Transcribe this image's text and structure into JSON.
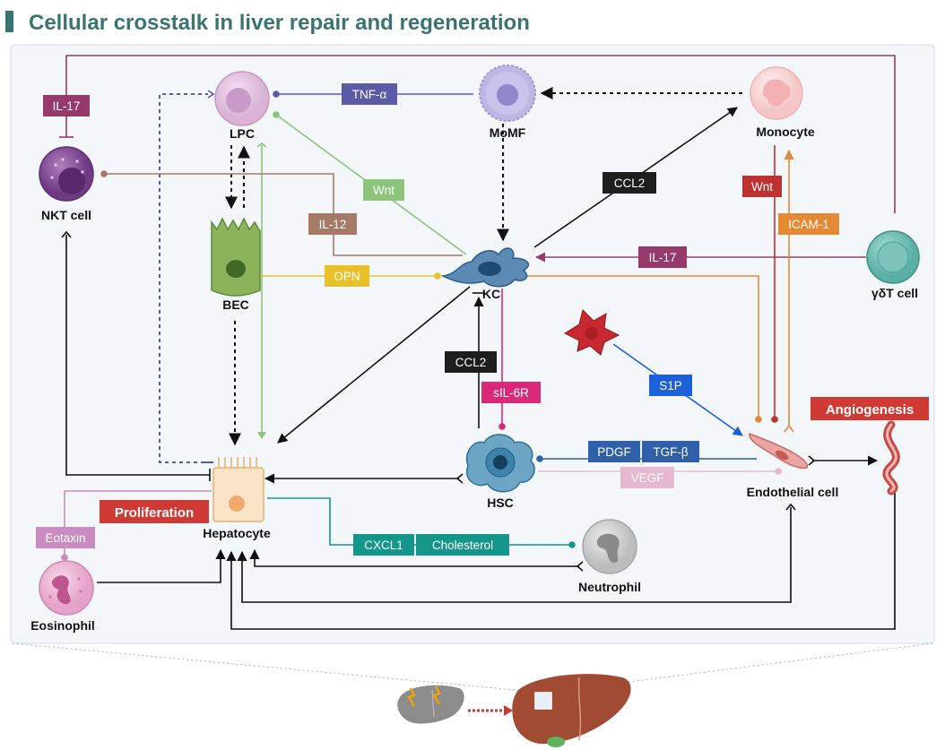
{
  "title": "Cellular crosstalk in liver repair and regeneration",
  "cells": {
    "lpc": "LPC",
    "momf": "MoMF",
    "monocyte": "Monocyte",
    "nkt": "NKT cell",
    "bec": "BEC",
    "kc": "KC",
    "gdt": "γδT cell",
    "hsc": "HSC",
    "endothelial": "Endothelial cell",
    "hepatocyte": "Hepatocyte",
    "neutrophil": "Neutrophil",
    "eosinophil": "Eosinophil"
  },
  "signals": {
    "il17_top": "IL-17",
    "tnfa": "TNF-α",
    "wnt_green": "Wnt",
    "il12": "IL-12",
    "ccl2_top": "CCL2",
    "wnt_red": "Wnt",
    "icam1": "ICAM-1",
    "il17_right": "IL-17",
    "opn": "OPN",
    "ccl2_bottom": "CCL2",
    "sil6r": "sIL-6R",
    "s1p": "S1P",
    "pdgf": "PDGF",
    "tgfb": "TGF-β",
    "vegf": "VEGF",
    "cxcl1": "CXCL1",
    "cholesterol": "Cholesterol",
    "eotaxin": "Eotaxin"
  },
  "tags": {
    "angiogenesis": "Angiogenesis",
    "proliferation": "Proliferation"
  },
  "colors": {
    "title": "#3a7472",
    "il17": "#953a6a",
    "tnfa": "#5b5aa6",
    "wnt_green": "#8cc47c",
    "il12": "#a67a66",
    "ccl2": "#1e1e1e",
    "wnt_red": "#bf3131",
    "icam1": "#e48a35",
    "opn": "#e8c12a",
    "sil6r": "#d92a7a",
    "s1p": "#1d5fd9",
    "pdgf": "#2f5fa8",
    "vegf": "#e7b7cf",
    "cxcl1": "#14978a",
    "eotaxin": "#c98bc0",
    "tag_red": "#cf3b34"
  }
}
